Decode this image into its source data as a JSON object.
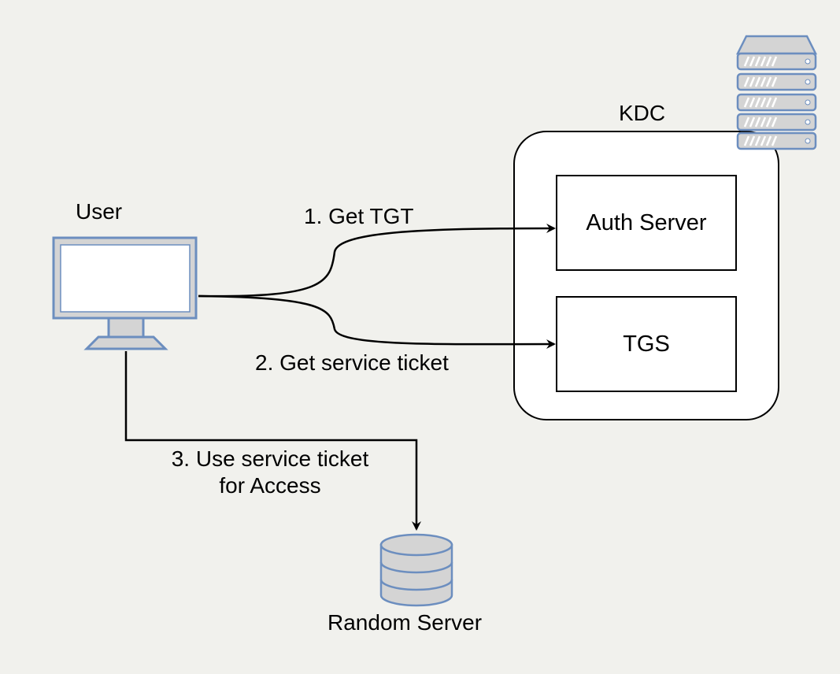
{
  "user": {
    "label": "User"
  },
  "kdc": {
    "label": "KDC"
  },
  "auth_server": {
    "label": "Auth Server"
  },
  "tgs": {
    "label": "TGS"
  },
  "random_server": {
    "label": "Random Server"
  },
  "steps": {
    "step1": "1. Get TGT",
    "step2": "2. Get service ticket",
    "step3_line1": "3. Use service ticket",
    "step3_line2": "for Access"
  },
  "colors": {
    "background": "#f1f1ed",
    "icon_stroke": "#6c8ebf",
    "icon_fill": "#d4d4d4",
    "monitor_screen": "#ffffff"
  },
  "icons": {
    "user_device": "monitor-icon",
    "kdc_device": "server-rack-icon",
    "random_server_device": "database-icon"
  }
}
